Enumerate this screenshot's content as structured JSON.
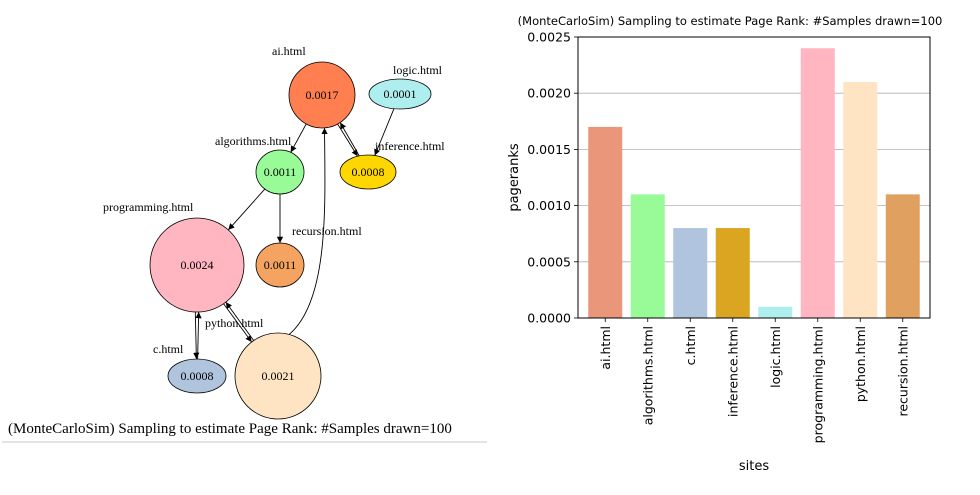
{
  "graph": {
    "caption": "(MonteCarloSim) Sampling to estimate Page Rank: #Samples drawn=100",
    "nodes": [
      {
        "id": "ai",
        "label": "ai.html",
        "value": "0.0017",
        "color": "#ff7f50"
      },
      {
        "id": "logic",
        "label": "logic.html",
        "value": "0.0001",
        "color": "#afeeee"
      },
      {
        "id": "algorithms",
        "label": "algorithms.html",
        "value": "0.0011",
        "color": "#98fb98"
      },
      {
        "id": "inference",
        "label": "inference.html",
        "value": "0.0008",
        "color": "#ffd700"
      },
      {
        "id": "programming",
        "label": "programming.html",
        "value": "0.0024",
        "color": "#ffb6c1"
      },
      {
        "id": "recursion",
        "label": "recursion.html",
        "value": "0.0011",
        "color": "#f4a460"
      },
      {
        "id": "python",
        "label": "python.html",
        "value": "0.0021",
        "color": "#ffe4c4"
      },
      {
        "id": "c",
        "label": "c.html",
        "value": "0.0008",
        "color": "#b0c4de"
      }
    ],
    "edges": [
      {
        "from": "ai",
        "to": "algorithms"
      },
      {
        "from": "ai",
        "to": "inference"
      },
      {
        "from": "inference",
        "to": "ai"
      },
      {
        "from": "logic",
        "to": "inference"
      },
      {
        "from": "algorithms",
        "to": "programming"
      },
      {
        "from": "algorithms",
        "to": "recursion"
      },
      {
        "from": "programming",
        "to": "c"
      },
      {
        "from": "c",
        "to": "programming"
      },
      {
        "from": "programming",
        "to": "python"
      },
      {
        "from": "python",
        "to": "programming"
      },
      {
        "from": "python",
        "to": "ai"
      }
    ]
  },
  "chart_data": {
    "type": "bar",
    "title": "(MonteCarloSim) Sampling to estimate Page Rank: #Samples drawn=100",
    "xlabel": "sites",
    "ylabel": "pageranks",
    "categories": [
      "ai.html",
      "algorithms.html",
      "c.html",
      "inference.html",
      "logic.html",
      "programming.html",
      "python.html",
      "recursion.html"
    ],
    "values": [
      0.0017,
      0.0011,
      0.0008,
      0.0008,
      0.0001,
      0.0024,
      0.0021,
      0.0011
    ],
    "colors": [
      "#e9967a",
      "#98fb98",
      "#b0c4de",
      "#daa520",
      "#afeeee",
      "#ffb6c1",
      "#ffe4c4",
      "#e0a060"
    ],
    "ylim": [
      0,
      0.0025
    ],
    "yticks": [
      "0.0000",
      "0.0005",
      "0.0010",
      "0.0015",
      "0.0020",
      "0.0025"
    ],
    "grid": "horizontal"
  }
}
